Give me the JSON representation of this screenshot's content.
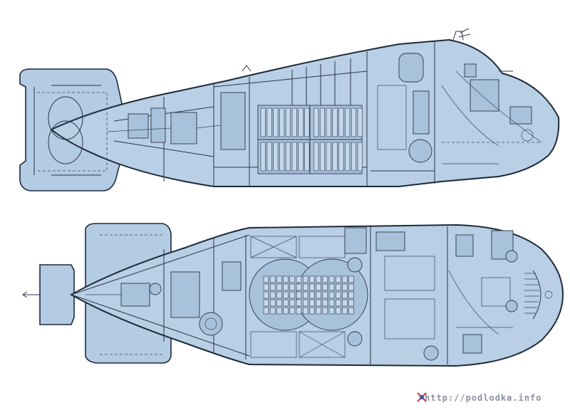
{
  "figure": {
    "views": [
      {
        "name": "side-elevation"
      },
      {
        "name": "plan-view"
      }
    ],
    "colors": {
      "hull_fill": "#b8cfe6",
      "outline": "#1f2a3a",
      "background": "#ffffff"
    }
  },
  "watermark": {
    "text": "http://podlodka.info"
  }
}
